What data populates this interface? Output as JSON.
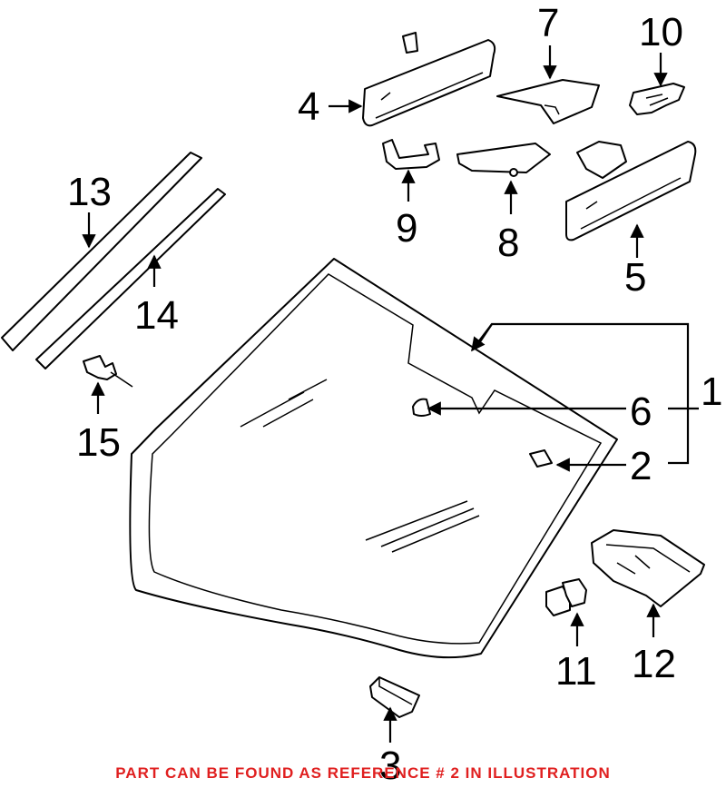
{
  "callouts": [
    {
      "id": "1",
      "label": "1"
    },
    {
      "id": "2",
      "label": "2"
    },
    {
      "id": "3",
      "label": "3"
    },
    {
      "id": "4",
      "label": "4"
    },
    {
      "id": "5",
      "label": "5"
    },
    {
      "id": "6",
      "label": "6"
    },
    {
      "id": "7",
      "label": "7"
    },
    {
      "id": "8",
      "label": "8"
    },
    {
      "id": "9",
      "label": "9"
    },
    {
      "id": "10",
      "label": "10"
    },
    {
      "id": "11",
      "label": "11"
    },
    {
      "id": "12",
      "label": "12"
    },
    {
      "id": "13",
      "label": "13"
    },
    {
      "id": "14",
      "label": "14"
    },
    {
      "id": "15",
      "label": "15"
    }
  ],
  "footer_note": "PART CAN BE FOUND AS REFERENCE # 2 IN ILLUSTRATION",
  "colors": {
    "footer": "#e02020",
    "line": "#000000",
    "background": "#ffffff"
  }
}
